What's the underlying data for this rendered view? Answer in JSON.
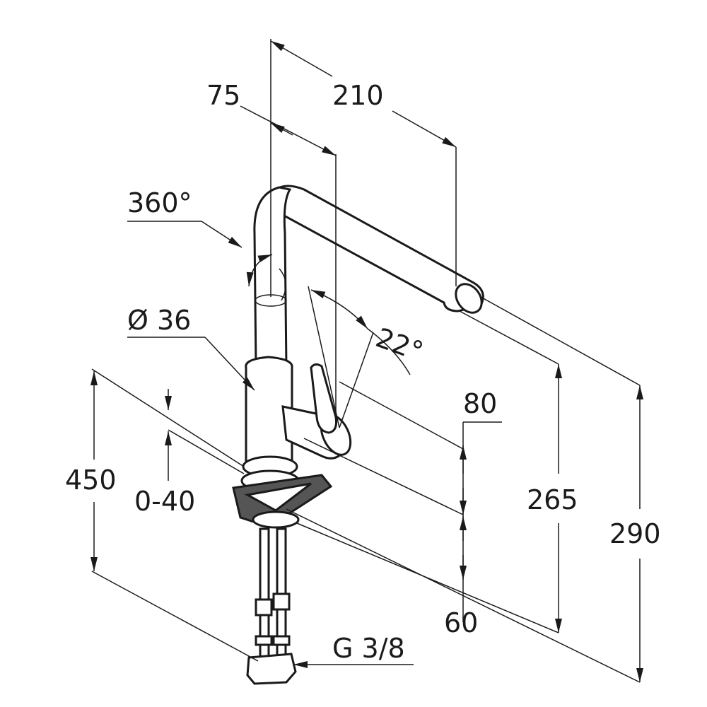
{
  "labels": {
    "d210": "210",
    "d75": "75",
    "d360": "360°",
    "d22": "22°",
    "d36": "Ø 36",
    "d80": "80",
    "d265": "265",
    "d290": "290",
    "d450": "450",
    "d0_40": "0-40",
    "d60": "60",
    "g38": "G 3/8"
  },
  "colors": {
    "line": "#1a1a1a",
    "background": "#ffffff"
  }
}
